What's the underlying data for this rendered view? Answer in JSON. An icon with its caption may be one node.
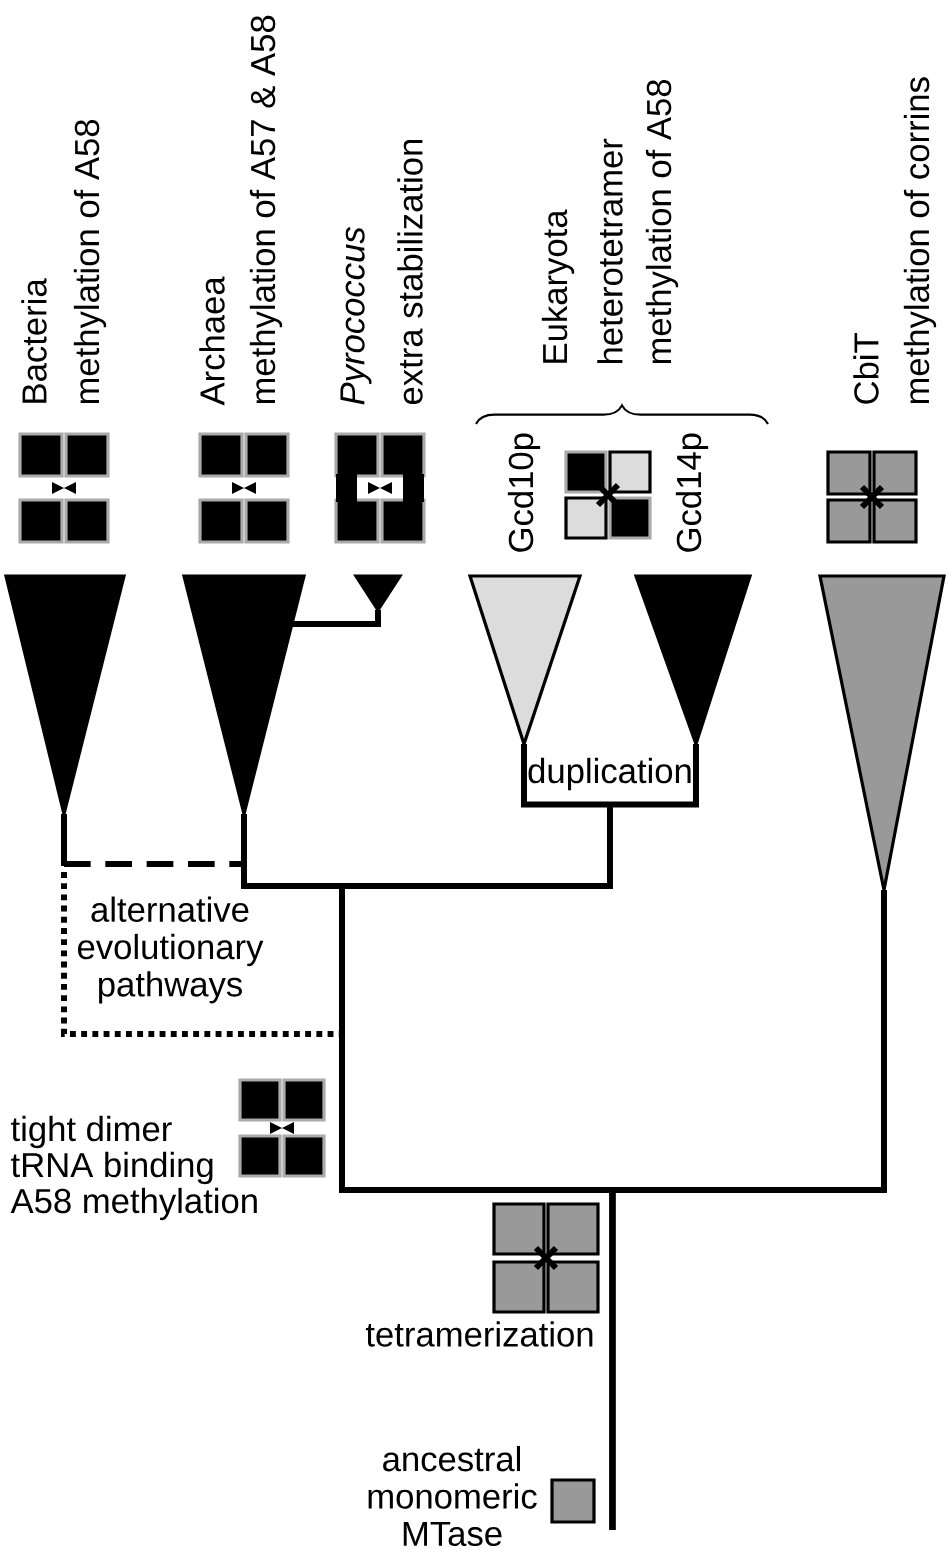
{
  "diagram": {
    "nodes": [
      {
        "text": [
          "Bacteria",
          "methylation of A58"
        ]
      },
      {
        "text": [
          "Archaea",
          "methylation of A57 & A58"
        ]
      },
      {
        "text": [
          "Pyrococcus",
          "extra stabilization"
        ]
      },
      {
        "text": [
          "Gcd10p"
        ]
      },
      {
        "text": [
          "Gcd14p"
        ]
      },
      {
        "text": [
          "CbiT",
          "methylation of corrins"
        ]
      },
      {
        "text": [
          "duplication"
        ]
      },
      {
        "text": [
          "ancestral monomeric MTase"
        ]
      }
    ],
    "edges": [
      {
        "from": 0,
        "to": 1,
        "arrow": "none",
        "style": "dashed"
      },
      {
        "from": 2,
        "to": 1,
        "arrow": "none"
      },
      {
        "from": 3,
        "to": 6,
        "arrow": "none"
      },
      {
        "from": 4,
        "to": 6,
        "arrow": "none"
      },
      {
        "from": 7,
        "to": 6,
        "arrow": "none"
      },
      {
        "from": 7,
        "to": 1,
        "arrow": "none"
      },
      {
        "from": 7,
        "to": 5,
        "arrow": "none"
      },
      {
        "from": 0,
        "to": null,
        "arrow": "none",
        "style": "dashed"
      }
    ],
    "labels": [
      "Eukaryota",
      "heterotetramer",
      "methylation of A58",
      "alternative evolutionary pathways",
      "tight dimer",
      "tRNA binding",
      "A58 methylation",
      "tetramerization"
    ]
  }
}
